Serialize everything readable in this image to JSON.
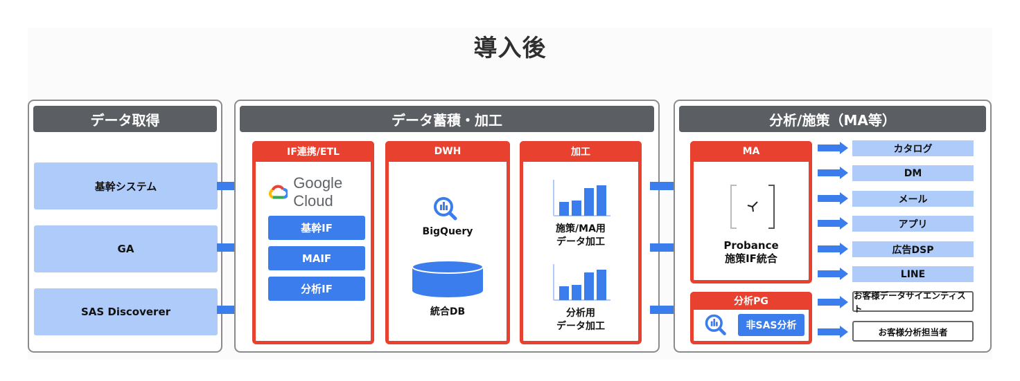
{
  "title": "導入後",
  "colors": {
    "header_bg": "#5b5e63",
    "accent_red": "#e8412f",
    "accent_blue": "#3b7ded",
    "light_blue": "#aecbfa",
    "panel_border": "#8a8a8a"
  },
  "panels": {
    "acquisition": {
      "header": "データ取得",
      "sources": [
        "基幹システム",
        "GA",
        "SAS Discoverer"
      ]
    },
    "storage": {
      "header": "データ蓄積・加工",
      "etl": {
        "header": "IF連携/ETL",
        "logo_text": "Google Cloud",
        "logo_icon": "google-cloud-icon",
        "buttons": [
          "基幹IF",
          "MAIF",
          "分析IF"
        ]
      },
      "dwh": {
        "header": "DWH",
        "items": [
          {
            "icon": "bigquery-icon",
            "label": "BigQuery"
          },
          {
            "icon": "database-icon",
            "label": "統合DB"
          }
        ]
      },
      "processing": {
        "header": "加工",
        "items": [
          {
            "icon": "bar-chart-icon",
            "label_line1": "施策/MA用",
            "label_line2": "データ加工"
          },
          {
            "icon": "bar-chart-icon",
            "label_line1": "分析用",
            "label_line2": "データ加工"
          }
        ]
      }
    },
    "analysis": {
      "header": "分析/施策（MA等）",
      "ma": {
        "header": "MA",
        "logo_icon": "probance-logo-icon",
        "label_line1": "Probance",
        "label_line2": "施策IF統合"
      },
      "analysis_pg": {
        "header": "分析PG",
        "icon": "bigquery-icon",
        "button": "非SAS分析"
      },
      "destinations": [
        "カタログ",
        "DM",
        "メール",
        "アプリ",
        "広告DSP",
        "LINE"
      ],
      "people": [
        "お客様データサイエンティスト",
        "お客様分析担当者"
      ]
    }
  }
}
